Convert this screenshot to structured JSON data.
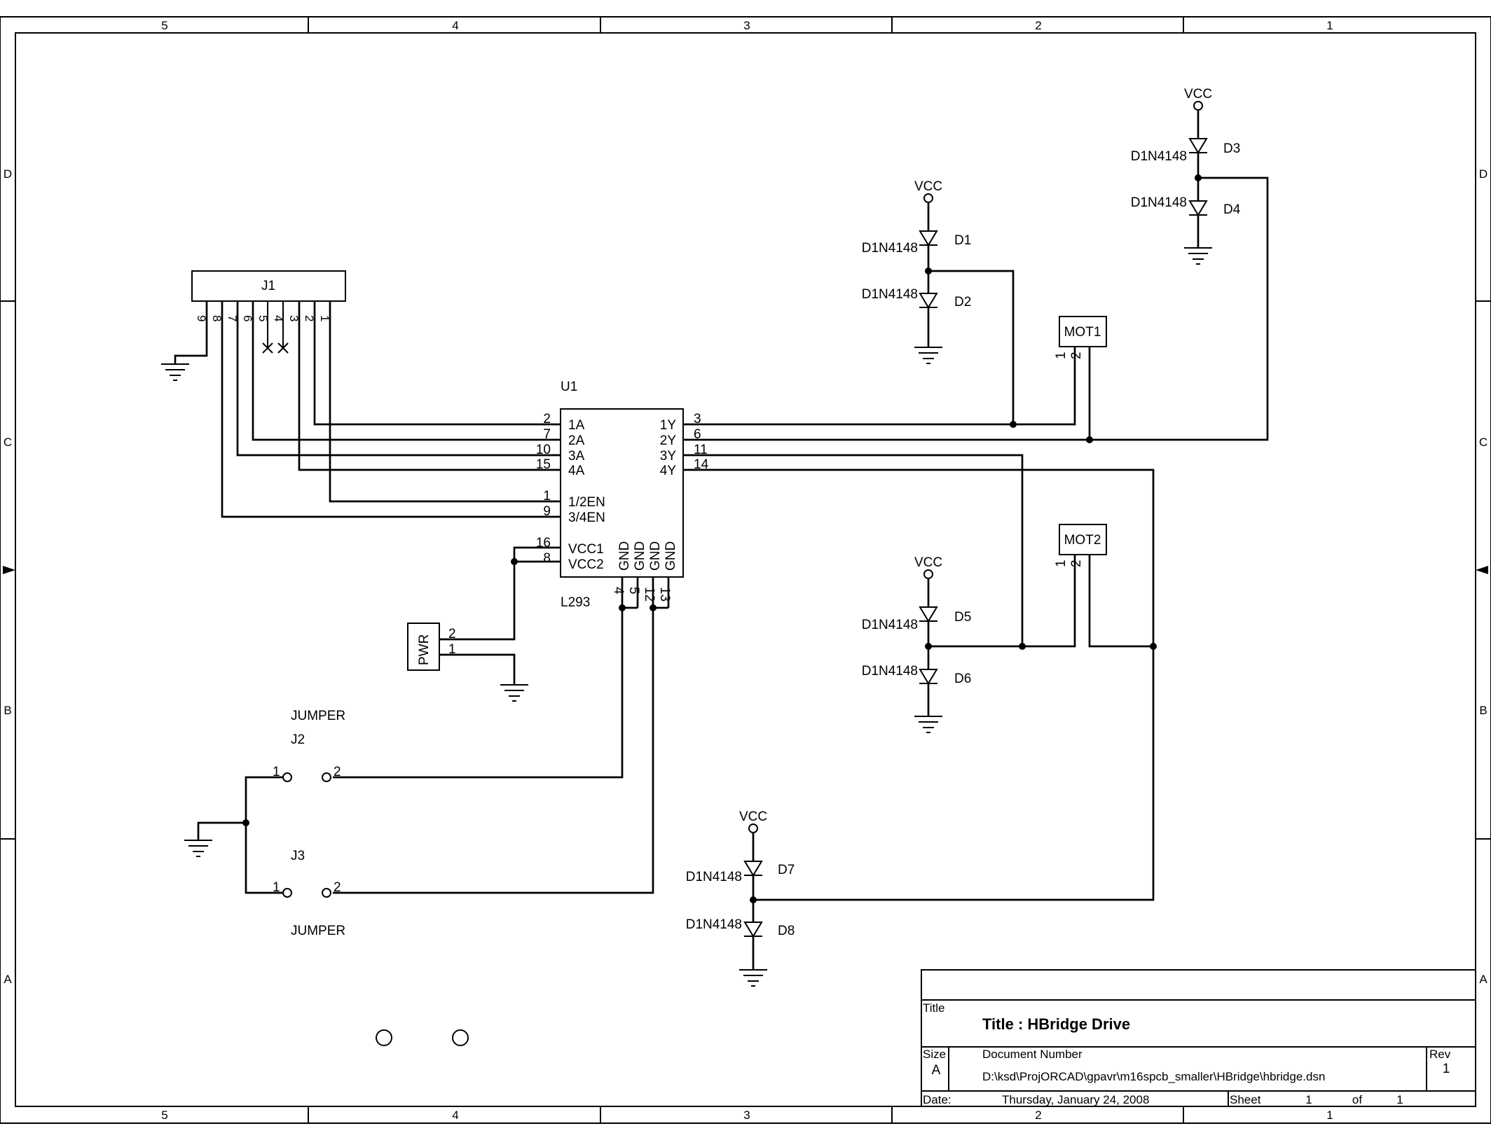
{
  "border": {
    "columns": [
      "5",
      "4",
      "3",
      "2",
      "1"
    ],
    "rows": [
      "D",
      "C",
      "B",
      "A"
    ]
  },
  "title_block": {
    "title_label": "Title",
    "title": "Title : HBridge Drive",
    "size_label": "Size",
    "size": "A",
    "docnum_label": "Document Number",
    "docnum": "D:\\ksd\\ProjORCAD\\gpavr\\m16spcb_smaller\\HBridge\\hbridge.dsn",
    "rev_label": "Rev",
    "rev": "1",
    "date_label": "Date:",
    "date": "Thursday, January 24, 2008",
    "sheet_label": "Sheet",
    "sheet": "1",
    "of_label": "of",
    "of": "1"
  },
  "parts": {
    "j1": {
      "ref": "J1",
      "pins": [
        "9",
        "8",
        "7",
        "6",
        "5",
        "4",
        "3",
        "2",
        "1"
      ]
    },
    "u1": {
      "ref": "U1",
      "value": "L293",
      "left_pins": [
        {
          "name": "1A",
          "num": "2"
        },
        {
          "name": "2A",
          "num": "7"
        },
        {
          "name": "3A",
          "num": "10"
        },
        {
          "name": "4A",
          "num": "15"
        },
        {
          "name": "1/2EN",
          "num": "1"
        },
        {
          "name": "3/4EN",
          "num": "9"
        },
        {
          "name": "VCC1",
          "num": "16"
        },
        {
          "name": "VCC2",
          "num": "8"
        }
      ],
      "right_pins": [
        {
          "name": "1Y",
          "num": "3"
        },
        {
          "name": "2Y",
          "num": "6"
        },
        {
          "name": "3Y",
          "num": "11"
        },
        {
          "name": "4Y",
          "num": "14"
        }
      ],
      "gnd_pins": [
        {
          "name": "GND",
          "num": "4"
        },
        {
          "name": "GND",
          "num": "5"
        },
        {
          "name": "GND",
          "num": "12"
        },
        {
          "name": "GND",
          "num": "13"
        }
      ]
    },
    "pwr": {
      "label": "PWR",
      "pin1": "1",
      "pin2": "2"
    },
    "mot1": {
      "label": "MOT1",
      "pin1": "1",
      "pin2": "2"
    },
    "mot2": {
      "label": "MOT2",
      "pin1": "1",
      "pin2": "2"
    },
    "j2": {
      "ref": "J2",
      "value": "JUMPER",
      "pin1": "1",
      "pin2": "2"
    },
    "j3": {
      "ref": "J3",
      "value": "JUMPER",
      "pin1": "1",
      "pin2": "2"
    },
    "diodes": {
      "part": "D1N4148",
      "refs": [
        "D1",
        "D2",
        "D3",
        "D4",
        "D5",
        "D6",
        "D7",
        "D8"
      ]
    },
    "vcc": "VCC"
  }
}
